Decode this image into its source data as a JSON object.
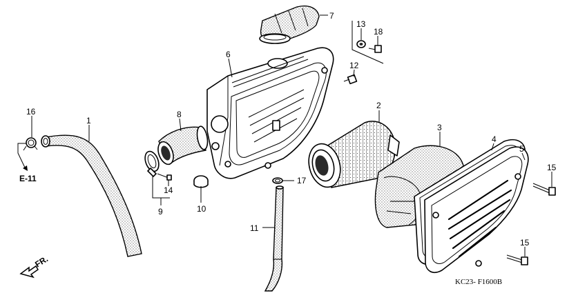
{
  "drawing_code": "KC23- F1600B",
  "ref_label": "E-11",
  "front_label": "FR.",
  "callouts": [
    {
      "id": "c1",
      "text": "1"
    },
    {
      "id": "c2",
      "text": "2"
    },
    {
      "id": "c3",
      "text": "3"
    },
    {
      "id": "c4",
      "text": "4"
    },
    {
      "id": "c5",
      "text": "5"
    },
    {
      "id": "c6",
      "text": "6"
    },
    {
      "id": "c7",
      "text": "7"
    },
    {
      "id": "c8",
      "text": "8"
    },
    {
      "id": "c9",
      "text": "9"
    },
    {
      "id": "c10",
      "text": "10"
    },
    {
      "id": "c11",
      "text": "11"
    },
    {
      "id": "c12",
      "text": "12"
    },
    {
      "id": "c13",
      "text": "13"
    },
    {
      "id": "c14",
      "text": "14"
    },
    {
      "id": "c15a",
      "text": "15"
    },
    {
      "id": "c15b",
      "text": "15"
    },
    {
      "id": "c16",
      "text": "16"
    },
    {
      "id": "c17",
      "text": "17"
    },
    {
      "id": "c18",
      "text": "18"
    }
  ]
}
